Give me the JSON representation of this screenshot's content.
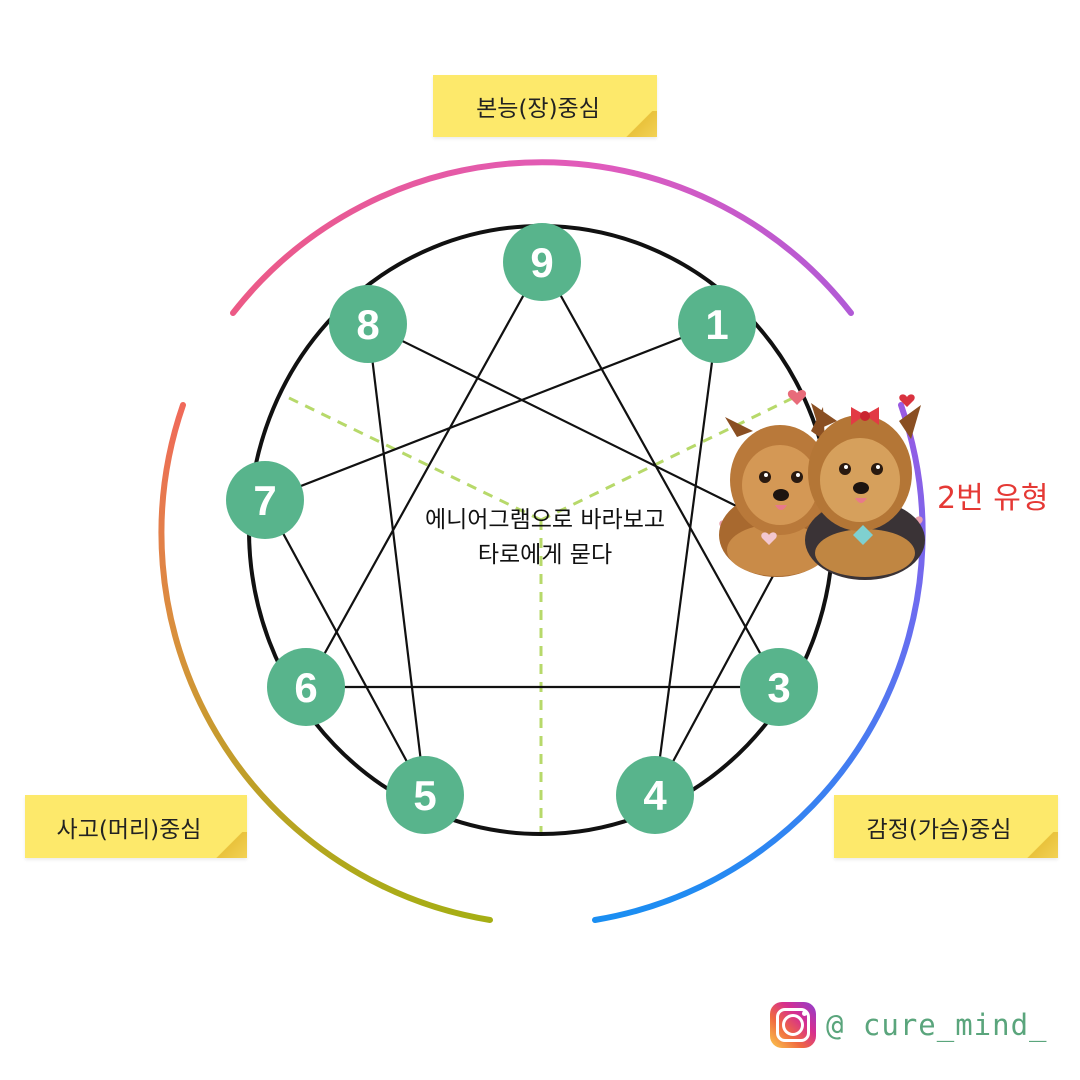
{
  "centers": {
    "gut": "본능(장)중심",
    "head": "사고(머리)중심",
    "heart": "감정(가슴)중심"
  },
  "center_text": {
    "line1": "에니어그램으로 바라보고",
    "line2": "타로에게 묻다"
  },
  "type_label": "2번 유형",
  "nodes": [
    "9",
    "1",
    "3",
    "4",
    "5",
    "6",
    "7",
    "8"
  ],
  "colors": {
    "node": "#58b48c",
    "node_text": "#ffffff",
    "divider": "#b7d96a",
    "type_label": "#e53935",
    "sticky": "#fde96b",
    "handle": "#5aa57c"
  },
  "illustration": "two-yorkshire-terriers-with-hearts",
  "social": {
    "icon": "instagram-icon",
    "handle": "@ cure_mind_"
  }
}
